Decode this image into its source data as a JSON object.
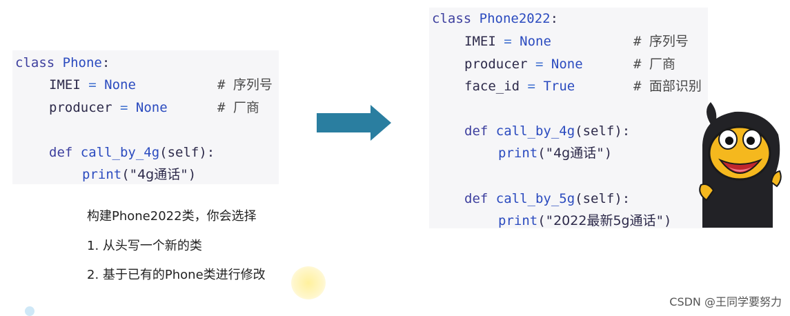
{
  "left_code": {
    "line1": {
      "kw": "class",
      "name": "Phone",
      "punc": ":"
    },
    "line2": {
      "var": "IMEI",
      "op": "=",
      "val": "None",
      "hash": "#",
      "comment": "序列号"
    },
    "line3": {
      "var": "producer",
      "op": "=",
      "val": "None",
      "hash": "#",
      "comment": "厂商"
    },
    "line5": {
      "kw": "def",
      "name": "call_by_4g",
      "params": "(self):"
    },
    "line6": {
      "fn": "print",
      "open": "(\"",
      "str": "4g通话",
      "close": "\")"
    }
  },
  "right_code": {
    "line1": {
      "kw": "class",
      "name": "Phone2022",
      "punc": ":"
    },
    "line2": {
      "var": "IMEI",
      "op": "=",
      "val": "None",
      "hash": "#",
      "comment": "序列号"
    },
    "line3": {
      "var": "producer",
      "op": "=",
      "val": "None",
      "hash": "#",
      "comment": "厂商"
    },
    "line4": {
      "var": "face_id",
      "op": "=",
      "val": "True",
      "hash": "#",
      "comment": "面部识别"
    },
    "line6": {
      "kw": "def",
      "name": "call_by_4g",
      "params": "(self):"
    },
    "line7": {
      "fn": "print",
      "open": "(\"",
      "str": "4g通话",
      "close": "\")"
    },
    "line9": {
      "kw": "def",
      "name": "call_by_5g",
      "params": "(self):"
    },
    "line10": {
      "fn": "print",
      "open": "(\"",
      "str": "2022最新5g通话",
      "close": "\")"
    }
  },
  "notes": {
    "question": "构建Phone2022类，你会选择",
    "option1": "1.  从头写一个新的类",
    "option2": "2.  基于已有的Phone类进行修改"
  },
  "watermark": "CSDN @王同学要努力",
  "colors": {
    "arrow": "#2a7ea0",
    "panel_bg": "#f6f6f8",
    "keyword": "#3d3f9e"
  }
}
